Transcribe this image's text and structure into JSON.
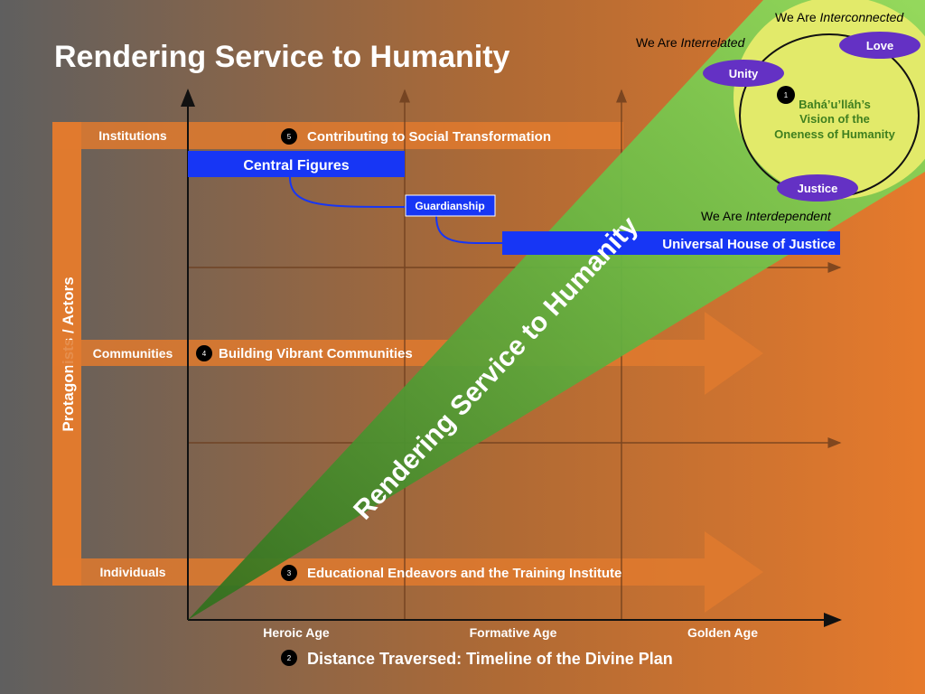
{
  "title": "Rendering Service to Humanity",
  "y_axis_label": "Protagonists / Actors",
  "rows": [
    {
      "label": "Institutions",
      "num": "5",
      "text": "Contributing to Social Transformation"
    },
    {
      "label": "Communities",
      "num": "4",
      "text": "Building Vibrant Communities"
    },
    {
      "label": "Individuals",
      "num": "3",
      "text": "Educational Endeavors and the Training Institute"
    }
  ],
  "figures": [
    "Central Figures",
    "Guardianship",
    "Universal House of Justice"
  ],
  "ages": [
    "Heroic Age",
    "Formative Age",
    "Golden Age"
  ],
  "x_axis": {
    "num": "2",
    "label": "Distance Traversed: Timeline of the Divine Plan"
  },
  "wedge_label": "Rendering Service to Humanity",
  "vision": {
    "num": "1",
    "lines": [
      "Bahá’u’lláh’s",
      "Vision of the",
      "Oneness of Humanity"
    ],
    "virtues": [
      "Unity",
      "Love",
      "Justice"
    ],
    "interrelated": {
      "prefix": "We Are ",
      "em": "Interrelated"
    },
    "interconnected": {
      "prefix": "We Are ",
      "em": "Interconnected"
    },
    "interdependent": {
      "prefix": "We Are ",
      "em": "Interdependent"
    }
  },
  "colors": {
    "orange": "#e07a2e",
    "gray": "#5f5f5f",
    "blue": "#1736f5",
    "green": "#6cc24a",
    "yellow": "#e2ea6a",
    "purple": "#6431c4"
  }
}
